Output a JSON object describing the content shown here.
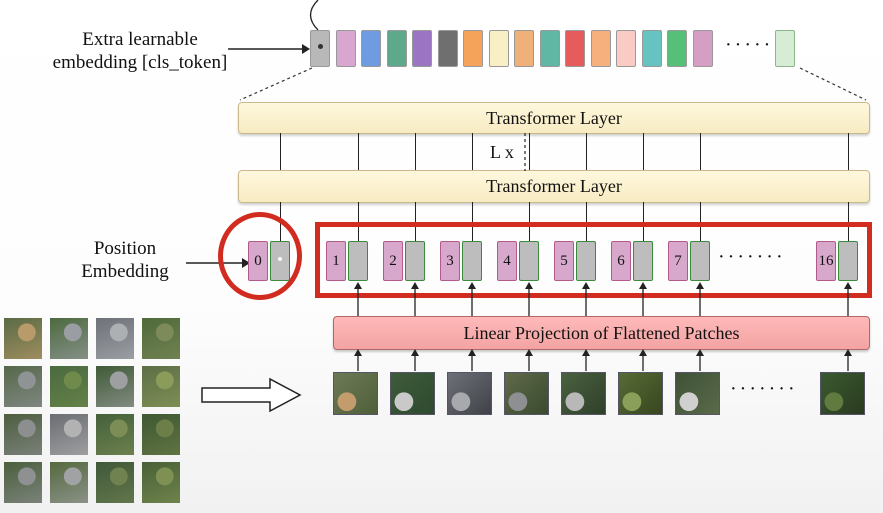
{
  "cls_label_line1": "Extra learnable",
  "cls_label_line2": "embedding [cls_token]",
  "layer_top": "Transformer Layer",
  "layer_bottom": "Transformer Layer",
  "repeat_label": "L x",
  "pos_label_line1": "Position",
  "pos_label_line2": "Embedding",
  "projection_label": "Linear Projection of Flattened Patches",
  "dots": "·······",
  "token_colors": [
    "#b8b8b8",
    "#d9a6cf",
    "#6f9be0",
    "#5ea98b",
    "#9b74c4",
    "#6f6f6f",
    "#f5a35b",
    "#f8efc6",
    "#f0b07a",
    "#5fb7a4",
    "#e65b5b",
    "#f6b07e",
    "#f9cbc4",
    "#67c3bf",
    "#56c078",
    "#d49fc3"
  ],
  "last_token_color": "#d7ecd4",
  "position_tokens": [
    {
      "label": "0"
    },
    {
      "label": "1"
    },
    {
      "label": "2"
    },
    {
      "label": "3"
    },
    {
      "label": "4"
    },
    {
      "label": "5"
    },
    {
      "label": "6"
    },
    {
      "label": "7"
    },
    {
      "label": "16"
    }
  ],
  "colors": {
    "highlight_red": "#d22b1f",
    "layer_fill": "#fbf1cd",
    "projection_fill": "#f9acac",
    "position_pink": "#d8a8cc",
    "embedding_gray": "#bdbdbd"
  },
  "icons": [
    "arrow-right-icon",
    "hollow-arrow-icon"
  ]
}
